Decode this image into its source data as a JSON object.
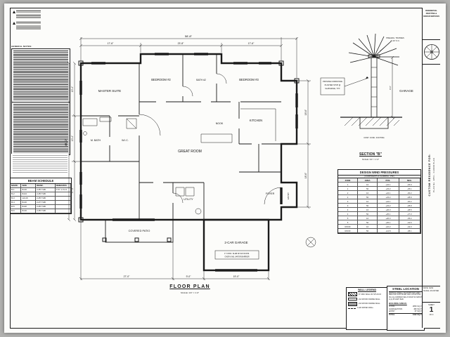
{
  "colors": {
    "paper": "#fcfcfa",
    "ink": "#1a1a1a",
    "background": "#b2b2b0"
  },
  "left": {
    "notes_title": "GENERAL NOTES:",
    "beam_schedule": {
      "title": "BEAM SCHEDULE",
      "headers": [
        "MARK",
        "SIZE",
        "REINF.",
        "REMARKS"
      ],
      "rows": [
        [
          "B-1",
          "8x16",
          "2-#5 T&B",
          "TYP. U.N.O."
        ],
        [
          "B-2",
          "8x24",
          "2-#5 T&B",
          ""
        ],
        [
          "B-3",
          "12x16",
          "2-#5 T&B",
          ""
        ],
        [
          "B-4",
          "8x16",
          "2-#7 T&B",
          ""
        ],
        [
          "B-5",
          "8x20",
          "2-#5 T&B",
          ""
        ],
        [
          "B-6",
          "8x16",
          "2-#5 T&B",
          ""
        ]
      ]
    }
  },
  "plan": {
    "title": "FLOOR PLAN",
    "scale": "SCALE: 1/4\" = 1'-0\"",
    "rooms": {
      "master": "MASTER SUITE",
      "mbath": "M. BATH",
      "wic": "W.I.C.",
      "bed2": "BEDROOM #2",
      "bed3": "BEDROOM #3",
      "bath2": "BATH #2",
      "great": "GREAT ROOM",
      "kitchen": "KITCHEN",
      "nook": "NOOK",
      "utility": "UTILITY",
      "foyer": "FOYER",
      "garage": "2-CAR GARAGE",
      "patio": "COVERED PATIO",
      "entry": "ENTRY"
    },
    "note_lines": [
      "4\" CONC. SLAB W/ 6x6 W.W.M.",
      "OVER 6 MIL VAPOR BARRIER"
    ],
    "dims": {
      "overall_top": "58'-8\"",
      "top1": "17'-6\"",
      "top2": "23'-8\"",
      "top3": "17'-6\"",
      "overall_left": "46'-0\"",
      "left1": "15'-4\"",
      "left2": "13'-4\"",
      "left3": "17'-4\"",
      "right1": "18'-6\"",
      "right2": "18'-6\"",
      "bottom1": "27'-0\"",
      "bottom2": "9'-0\"",
      "bottom3": "19'-0\""
    }
  },
  "section": {
    "title": "SECTION \"B\"",
    "scale": "SCALE: 3/4\" = 1'-0\"",
    "garage_label": "GARAGE",
    "note_lines": [
      "PROVIDE CORROSIVE",
      "PLASTER STOP @",
      "SLAB EDGE, TYP."
    ],
    "top_note_lines": [
      "PRE-ENG. TRUSSES",
      "@ 24\" O.C."
    ],
    "dim": "8'-0\"",
    "footing_note": "CONT. CONC. FOOTING"
  },
  "wind": {
    "title": "DESIGN WIND PRESSURES",
    "subtitle": "(COMPONENTS & CLADDING - PSF)",
    "headers": [
      "ZONE",
      "AREA",
      "POS.",
      "NEG."
    ],
    "rows": [
      [
        "1",
        "10",
        "+24.1",
        "-26.0"
      ],
      [
        "1",
        "50",
        "+23.2",
        "-25.1"
      ],
      [
        "2",
        "10",
        "+24.1",
        "-30.2"
      ],
      [
        "2",
        "50",
        "+23.2",
        "-28.9"
      ],
      [
        "3",
        "10",
        "+24.1",
        "-30.2"
      ],
      [
        "3",
        "50",
        "+23.2",
        "-28.9"
      ],
      [
        "4",
        "10",
        "+26.3",
        "-28.5"
      ],
      [
        "4",
        "50",
        "+25.1",
        "-27.3"
      ],
      [
        "5",
        "10",
        "+26.3",
        "-35.2"
      ],
      [
        "5",
        "50",
        "+25.1",
        "-32.6"
      ],
      [
        "ROOF",
        "10",
        "+16.2",
        "-42.3"
      ],
      [
        "ROOF",
        "50",
        "+14.8",
        "-38.1"
      ]
    ]
  },
  "wall_legend": {
    "title": "WALL LEGEND",
    "items": [
      "8\" CMU WALL W/ STUCCO",
      "2x4 WOOD FRAME WALL",
      "2x6 WOOD FRAME WALL",
      "1-HR RATED WALL"
    ]
  },
  "steel": {
    "title": "STEEL LOCATION",
    "notes": [
      "VERTICAL STEEL LOCATIONS MAY VARY - SEE PLAN FOR FILLED CELL LOCATIONS.",
      "FILL ALL MARKED CELLS SOLID W/ GROUT & (1) #5 VERT. BAR."
    ],
    "areas_title": "BUILDING AREAS:",
    "areas": [
      {
        "label": "LIVING",
        "value": "2853 SQ FT"
      },
      {
        "label": "GARAGE/STOR.",
        "value": "482 SQ FT"
      },
      {
        "label": "ENTRY",
        "value": "87 SQ FT"
      },
      {
        "label": "TOTAL",
        "value": "3422 SQ FT"
      }
    ]
  },
  "titleblock": {
    "top_lines": [
      "RESIDENTIAL",
      "DRAFTING &",
      "DESIGN SERVICES"
    ],
    "project": "CUSTOM RESIDENCE FOR:",
    "project2": "PLAN No. 2853 - FLOOR PLAN",
    "info1": "DATE: 04/02",
    "info2": "SCALE: AS NOTED",
    "sheet_label": "SHEET",
    "sheet_no": "1",
    "sheet_of": "OF 3"
  }
}
